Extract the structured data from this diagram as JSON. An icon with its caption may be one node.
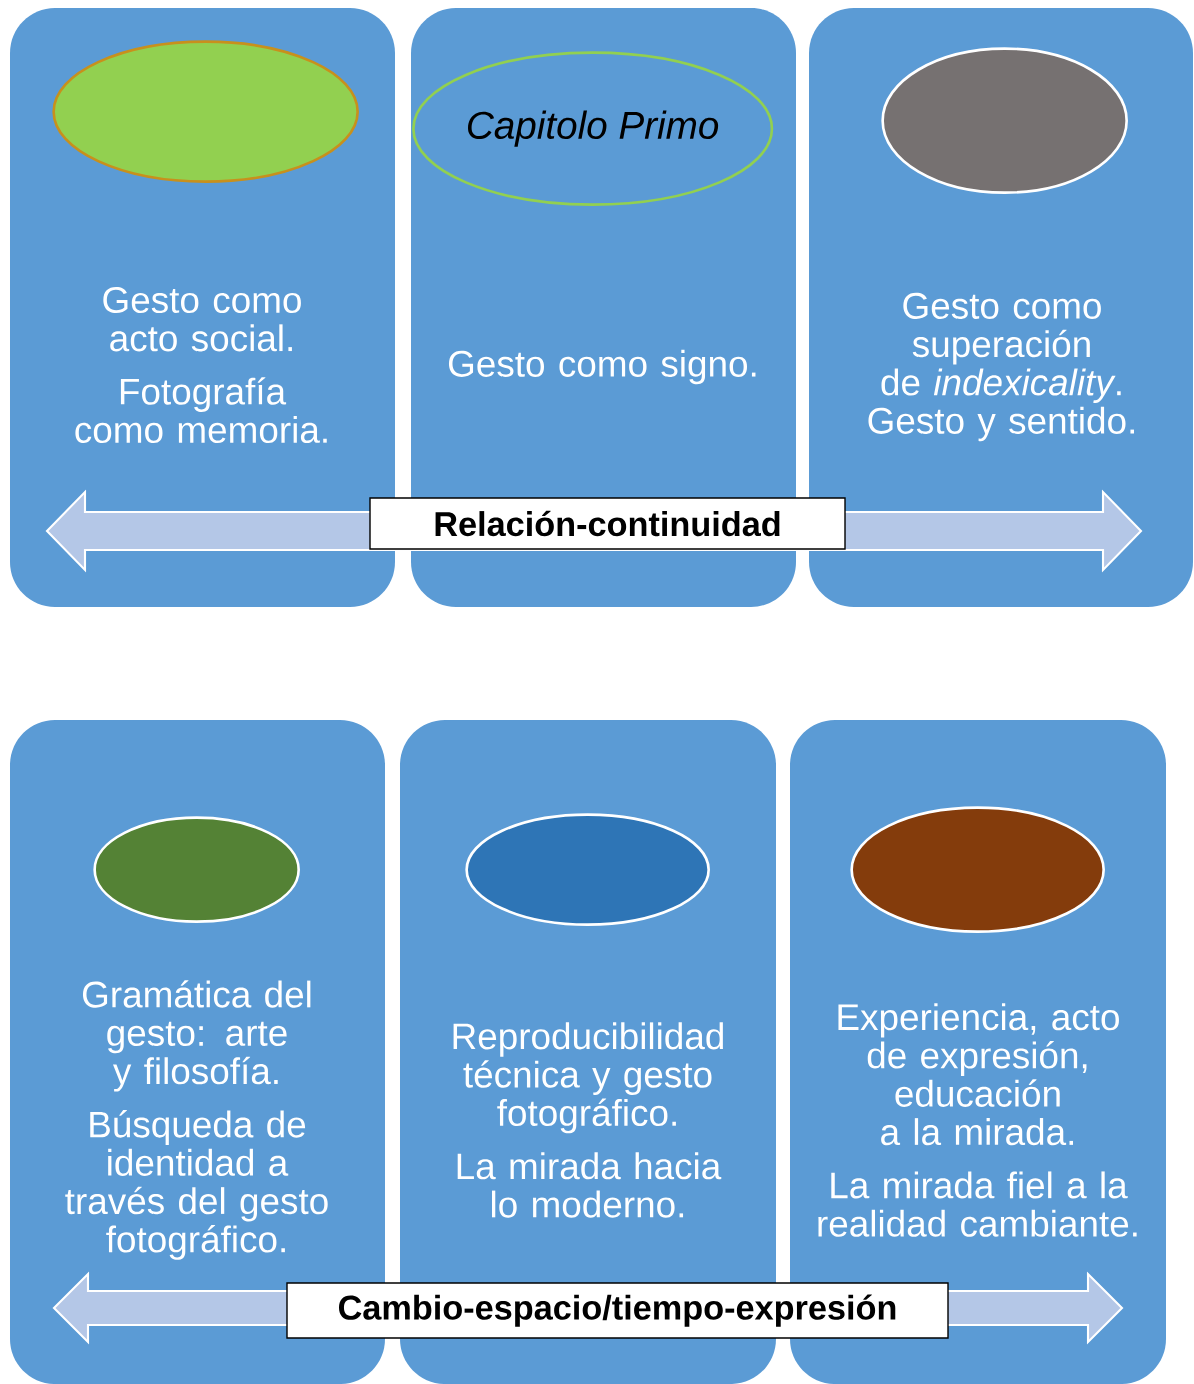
{
  "diagram": {
    "nodes": [
      {
        "text": [
          "Gesto como acto social.",
          "Fotografía como memoria."
        ]
      },
      {
        "text": [],
        "shape": "circle",
        "in": 0
      },
      {
        "text": [
          "Gesto como signo."
        ]
      },
      {
        "text": [
          "Capitolo Primo"
        ],
        "in": 2
      },
      {
        "text": [
          "Gesto como superación de *indexicality*. Gesto y sentido."
        ]
      },
      {
        "text": [],
        "shape": "circle",
        "in": 4
      },
      {
        "text": [
          "Relación-continuidad"
        ]
      },
      {
        "text": [
          "Gramática del gesto: arte y filosofía.",
          "Búsqueda de identidad a través del gesto fotográfico."
        ]
      },
      {
        "text": [],
        "shape": "circle",
        "in": 7
      },
      {
        "text": [
          "Reproducibilidad técnica y gesto fotográfico.",
          "La mirada hacia lo moderno."
        ]
      },
      {
        "text": [],
        "shape": "circle",
        "in": 9
      },
      {
        "text": [
          "Experiencia, acto de expresión, educación a la mirada.",
          "La mirada fiel a la realidad cambiante."
        ]
      },
      {
        "text": [],
        "shape": "circle",
        "in": 11
      },
      {
        "text": [
          "Cambio-espacio/tiempo-expresión"
        ]
      }
    ]
  }
}
